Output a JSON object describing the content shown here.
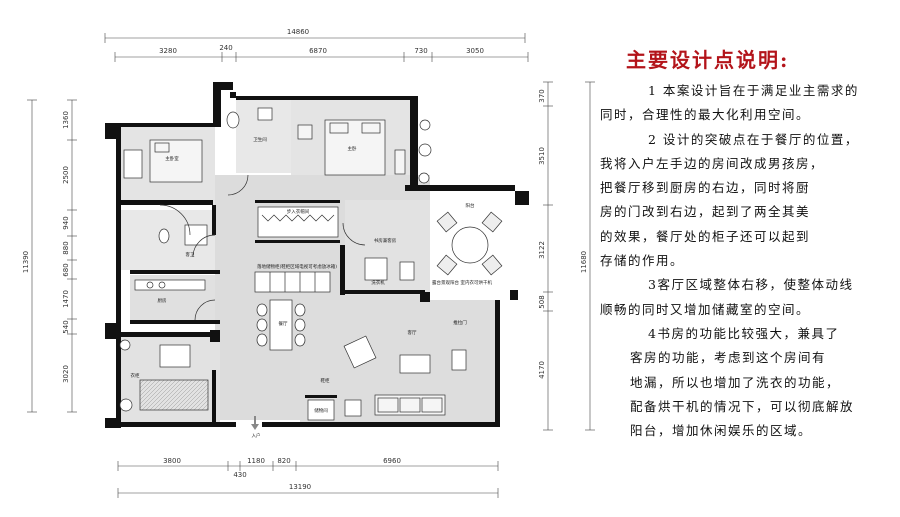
{
  "notes": {
    "title": "主要设计点说明:",
    "lines": [
      "1 本案设计旨在于满足业主需求的",
      "同时，合理性的最大化利用空间。",
      "2 设计的突破点在于餐厅的位置，",
      "我将入户左手边的房间改成男孩房，",
      "把餐厅移到厨房的右边，同时将厨",
      "房的门改到右边，起到了两全其美",
      "的效果，餐厅处的柜子还可以起到",
      "存储的作用。",
      "3客厅区域整体右移，使整体动线",
      "顺畅的同时又增加储藏室的空间。",
      "4书房的功能比较强大，兼具了",
      "客房的功能，考虑到这个房间有",
      "地漏，所以也增加了洗衣的功能，",
      "配备烘干机的情况下，可以彻底解放",
      "阳台，增加休闲娱乐的区域。"
    ]
  },
  "dims": {
    "top_total": "14860",
    "top_segments": [
      "3280",
      "240",
      "6870",
      "730",
      "3050"
    ],
    "bottom_segments": [
      "3800",
      "1180",
      "820",
      "6960"
    ],
    "bottom_small": "430",
    "bottom_total": "13190",
    "left_total": "11390",
    "left_segments": [
      "1360",
      "2500",
      "940",
      "880",
      "680",
      "1470",
      "540",
      "3020"
    ],
    "right_segments": [
      "370",
      "3510",
      "3122",
      "508",
      "4170"
    ],
    "right_total": "11680"
  },
  "rooms": {
    "boys_room": "主卧室",
    "master": "主卧",
    "closet_walk": "步入衣帽间",
    "bath": "卫生间",
    "bath2": "客卫",
    "kitchen": "厨房",
    "dining": "餐厅",
    "living": "客厅",
    "study": "书房兼客房",
    "storage": "储物间",
    "entry": "入户",
    "balcony": "阳台",
    "cabinet_note": "落地储物柜(鞋柜区域电视可考虑放冰箱)",
    "washer": "洗衣机",
    "balcony_note": "露台景观阳台 室内衣可烘干机",
    "sliding": "推拉门",
    "shoe": "鞋柜",
    "closet": "衣柜"
  },
  "colors": {
    "title_red": "#b3141a",
    "wall": "#111111",
    "floor": "#dcdcdc"
  }
}
